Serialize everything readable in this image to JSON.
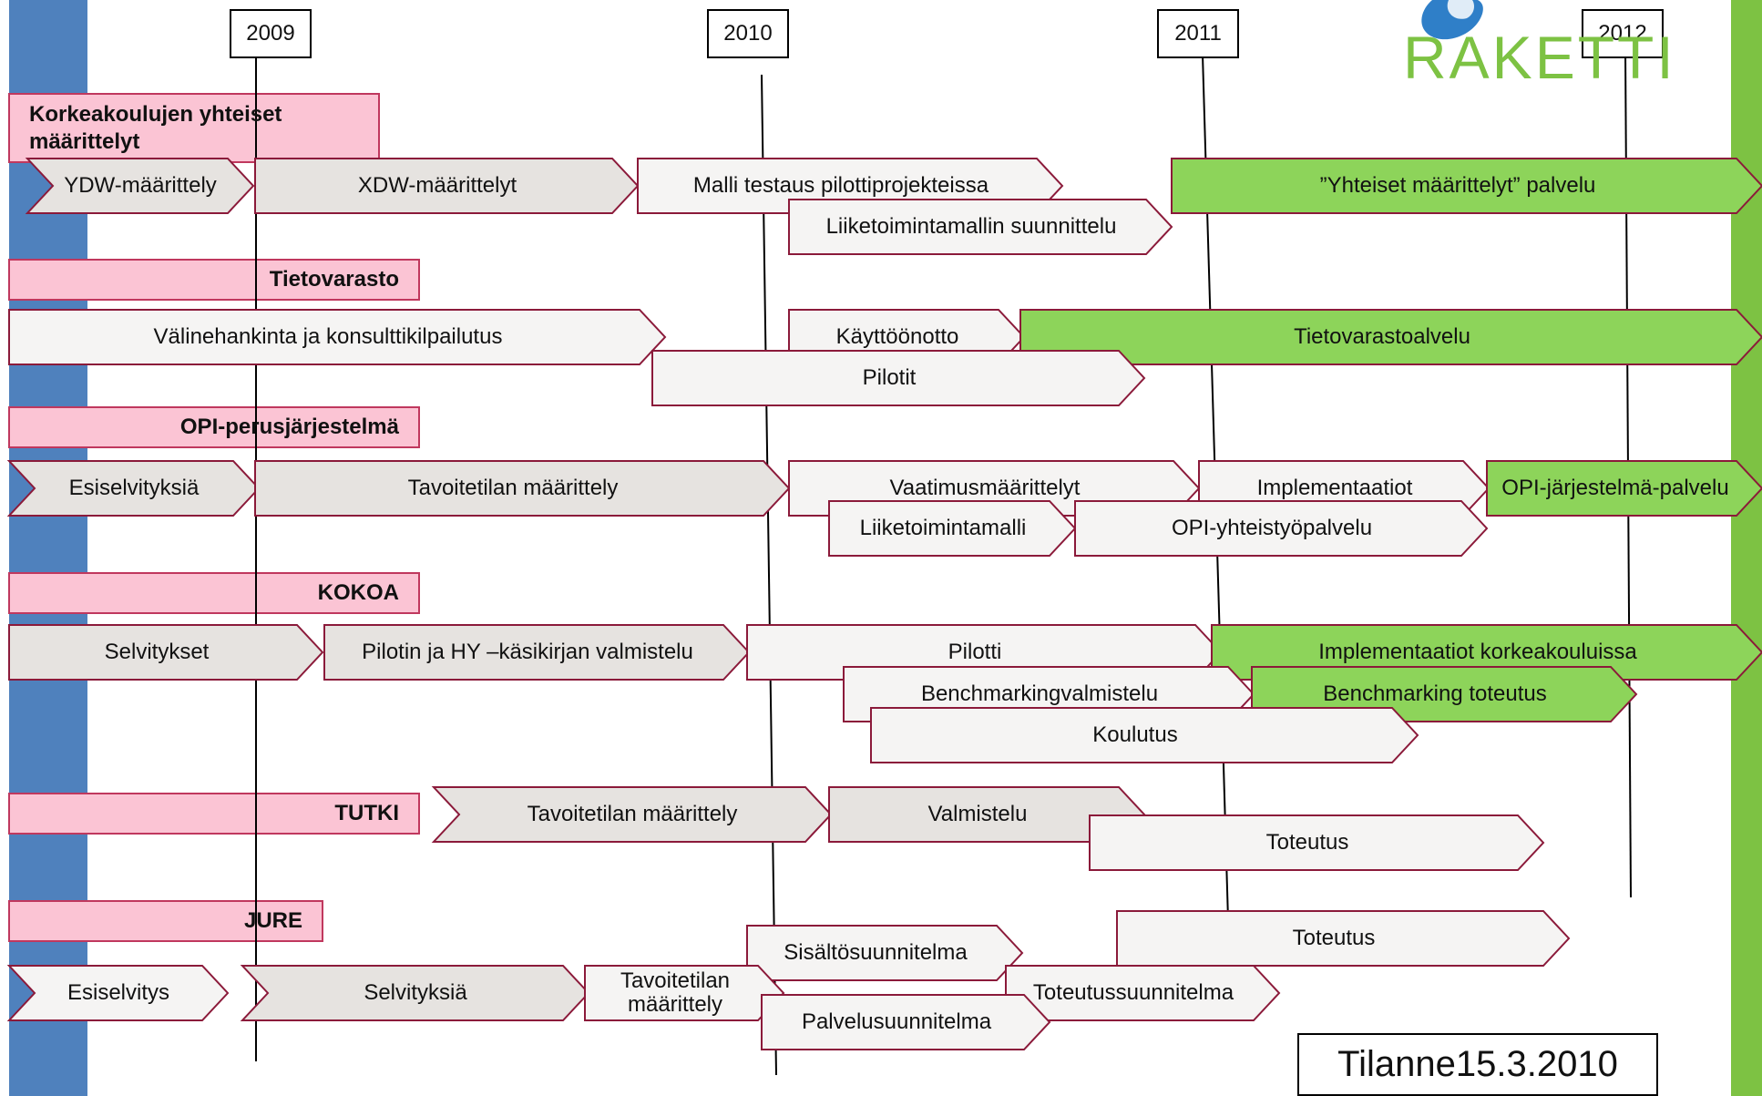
{
  "years": [
    "2009",
    "2010",
    "2011",
    "2012"
  ],
  "logo": {
    "text": "RAKETTI",
    "color": "#7dc243"
  },
  "status_box": "Tilanne15.3.2010",
  "colors": {
    "pink_header": "#fbc4d4",
    "pink_border": "#c0385e",
    "grey_task": "#e6e3e0",
    "light_task": "#f5f4f3",
    "green_task": "#8dd45a",
    "task_border": "#8b1a3a",
    "left_band": "#4f81bd",
    "right_band": "#7dc243"
  },
  "sections": {
    "s1": {
      "title": "Korkeakoulujen yhteiset määrittelyt"
    },
    "s2": {
      "title": "Tietovarasto"
    },
    "s3": {
      "title": "OPI-perusjärjestelmä"
    },
    "s4": {
      "title": "KOKOA"
    },
    "s5": {
      "title": "TUTKI"
    },
    "s6": {
      "title": "JURE"
    }
  },
  "tasks": {
    "t1": "YDW-määrittely",
    "t2": "XDW-määrittelyt",
    "t3": "Malli testaus pilottiprojekteissa",
    "t4": "Liiketoimintamallin  suunnittelu",
    "t5": "”Yhteiset määrittelyt” palvelu",
    "t6": "Välinehankinta ja konsulttikilpailutus",
    "t7": "Käyttöönotto",
    "t8": "Tietovarastoalvelu",
    "t9": "Pilotit",
    "t10": "Esiselvityksiä",
    "t11": "Tavoitetilan määrittely",
    "t12": "Vaatimusmäärittelyt",
    "t13": "Implementaatiot",
    "t14": "OPI-järjestelmä-palvelu",
    "t15": "Liiketoimintamalli",
    "t16": "OPI-yhteistyöpalvelu",
    "t17": "Selvitykset",
    "t18": "Pilotin ja HY –käsikirjan valmistelu",
    "t19": "Pilotti",
    "t20": "Implementaatiot korkeakouluissa",
    "t21": "Benchmarkingvalmistelu",
    "t22": "Benchmarking toteutus",
    "t23": "Koulutus",
    "t24": "Tavoitetilan määrittely",
    "t25": "Valmistelu",
    "t26": "Toteutus",
    "t27": "Toteutus",
    "t28": "Sisältösuunnitelma",
    "t29": "Esiselvitys",
    "t30": "Selvityksiä",
    "t31": "Tavoitetilan määrittely",
    "t32": "Toteutussuunnitelma",
    "t33": "Palvelusuunnitelma"
  }
}
